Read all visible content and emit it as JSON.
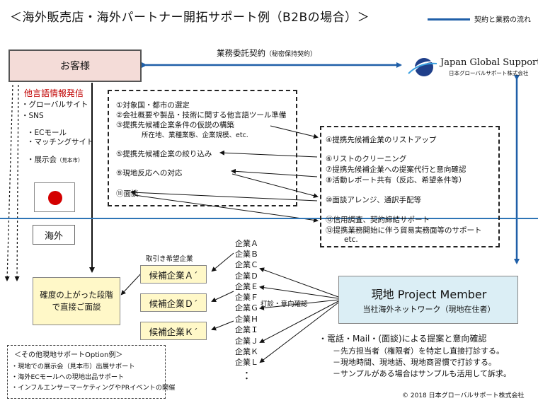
{
  "title": "＜海外販売店・海外パートナー開拓サポート例（B2Bの場合）＞",
  "legend": {
    "label": "契約と業務の流れ",
    "color": "#1f5fa8"
  },
  "customer": {
    "label": "お客様"
  },
  "contract": {
    "label": "業務委託契約",
    "note": "（秘密保持契約）"
  },
  "company": {
    "name": "Japan Global Support",
    "name_jp": "日本グローバルサポート株式会社"
  },
  "multilang": {
    "title": "他言語情報発信",
    "items": [
      "・グローバルサイト",
      "・SNS",
      "・ECモール",
      "・マッチングサイト",
      "・展示会"
    ],
    "expo_note": "（見本市）"
  },
  "overseas_label": "海外",
  "customer_tasks": [
    "①対象国・都市の選定",
    "②会社概要や製品・技術に関する他言語ツール準備",
    "③提携先候補企業条件の仮説の構築",
    "所在地、業種業態、企業規模、etc.",
    "⑤提携先候補企業の絞り込み",
    "⑨現地反応への対応",
    "⑪面談"
  ],
  "jgs_tasks": [
    "④提携先候補企業のリストアップ",
    "⑥リストのクリーニング",
    "⑦提携先候補企業への提案代行と意向確認",
    "⑧活動レポート共有（反応、希望条件等）",
    "⑩面談アレンジ、通訳手配等",
    "⑫信用調査、契約締結サポート",
    "⑬提携業務開始に伴う貿易実務面等のサポート",
    "etc."
  ],
  "direct_meeting": {
    "line1": "確度の上がった段階",
    "line2": "で直接ご面談"
  },
  "candidates_label": "取引き希望企業",
  "candidates": [
    "候補企業Ａ´",
    "候補企業Ｄ´",
    "候補企業Ｋ´"
  ],
  "corporations": [
    "企業Ａ",
    "企業Ｂ",
    "企業Ｃ",
    "企業Ｄ",
    "企業Ｅ",
    "企業Ｆ",
    "企業Ｇ",
    "企業Ｈ",
    "企業Ｉ",
    "企業Ｊ",
    "企業Ｋ",
    "企業Ｌ"
  ],
  "corporations_more": "・\n・",
  "probe_label": "打診・意向確認",
  "project_member": {
    "title": "現地 Project Member",
    "subtitle": "当社海外ネットワーク（現地在住者）"
  },
  "proposal": {
    "heading": "・電話・Mail・(面談)による提案と意向確認",
    "lines": [
      "－先方担当者（権限者）を特定し直接打診する。",
      "－現地時間、現地語、現地商習慣で打診する。",
      "－サンプルがある場合はサンプルも活用して訴求。"
    ]
  },
  "options": {
    "title": "＜その他現地サポートOption例＞",
    "items": [
      "・現地での展示会（見本市）出展サポート",
      "・海外ECモールへの現地出品サポート",
      "・インフルエンサーマーケティングやPRイベントの開催"
    ]
  },
  "copyright": "© 2018 日本グローバルサポート株式会社"
}
